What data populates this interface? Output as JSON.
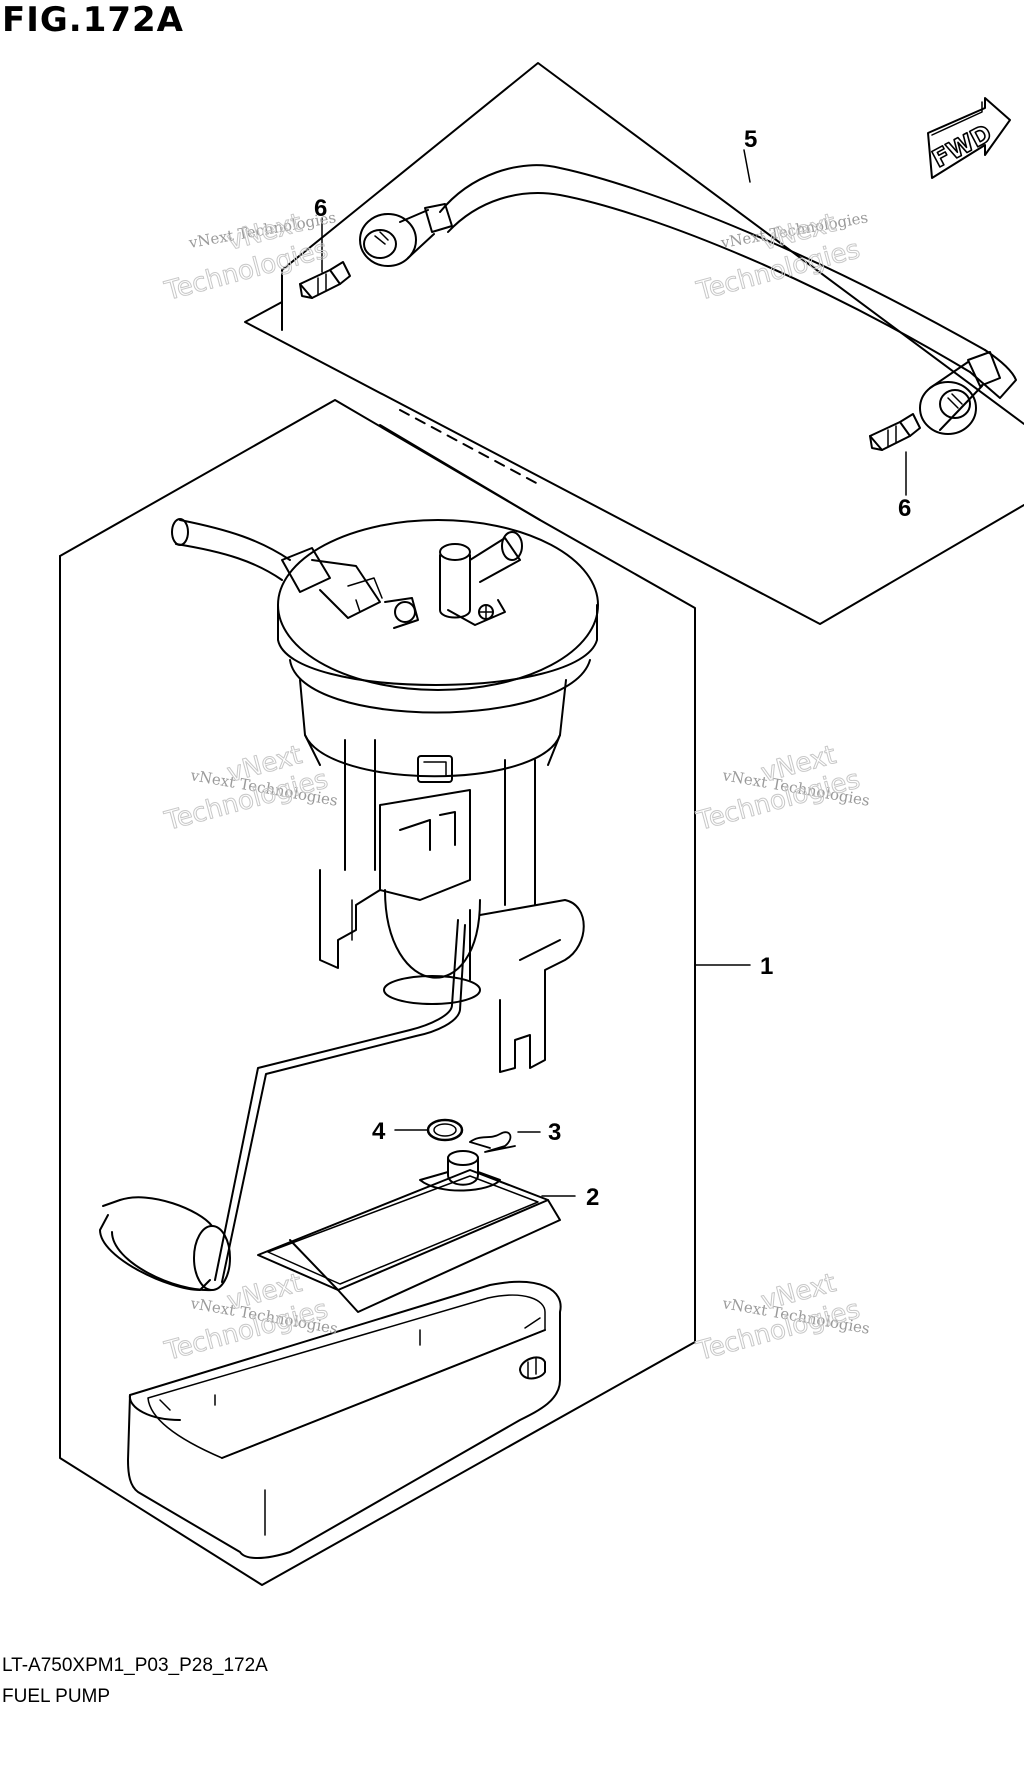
{
  "figure": {
    "title": "FIG.172A",
    "reference_code": "LT-A750XPM1_P03_P28_172A",
    "caption": "FUEL PUMP"
  },
  "direction_badge": {
    "label": "FWD"
  },
  "callouts": [
    {
      "id": "1",
      "label": "1",
      "part": "fuel-pump-assembly"
    },
    {
      "id": "2",
      "label": "2",
      "part": "fuel-filter"
    },
    {
      "id": "3",
      "label": "3",
      "part": "clip"
    },
    {
      "id": "4",
      "label": "4",
      "part": "o-ring"
    },
    {
      "id": "5",
      "label": "5",
      "part": "fuel-hose"
    },
    {
      "id": "6a",
      "label": "6",
      "part": "hose-clamp-left"
    },
    {
      "id": "6b",
      "label": "6",
      "part": "hose-clamp-right"
    }
  ],
  "watermark": {
    "small": "vNext Technologies",
    "large_1": "vNext",
    "large_2": "Technologies"
  }
}
